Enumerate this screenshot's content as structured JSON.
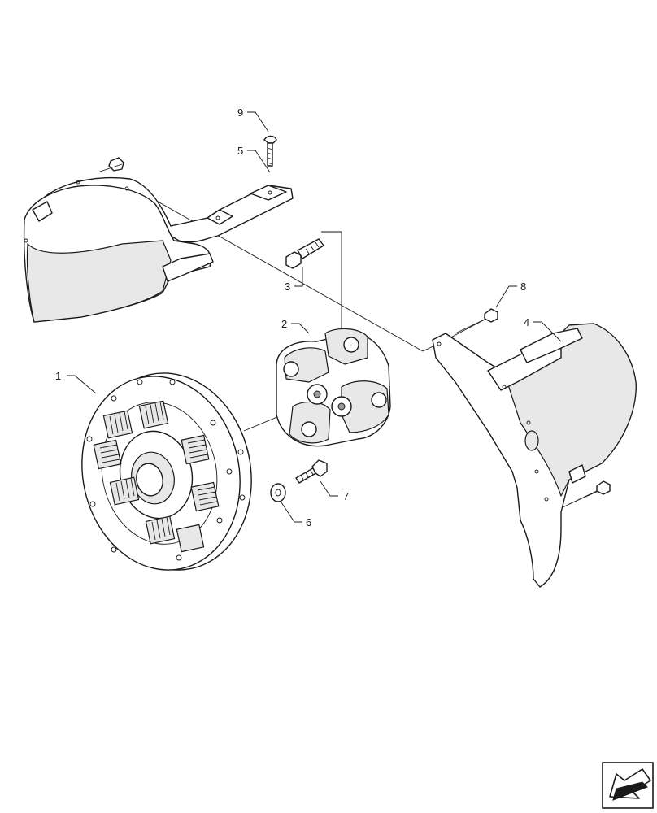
{
  "diagram": {
    "type": "exploded-parts-view",
    "callouts": [
      "1",
      "2",
      "3",
      "4",
      "5",
      "6",
      "7",
      "8",
      "9"
    ],
    "nav_icon": "page-arrow-icon"
  }
}
